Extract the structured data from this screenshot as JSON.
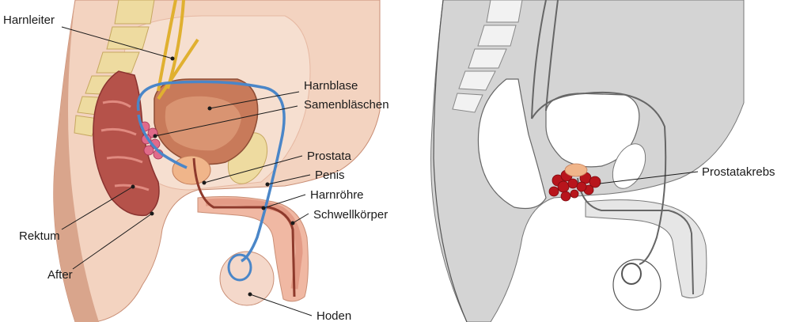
{
  "left_panel": {
    "labels": {
      "harnleiter": "Harnleiter",
      "harnblase": "Harnblase",
      "samenblaeschen": "Samenbläschen",
      "prostata": "Prostata",
      "penis": "Penis",
      "harnroehre": "Harnröhre",
      "schwellkoerper": "Schwellkörper",
      "rektum": "Rektum",
      "after": "After",
      "hoden": "Hoden"
    }
  },
  "right_panel": {
    "labels": {
      "prostatakrebs": "Prostatakrebs"
    }
  },
  "colors": {
    "skin": "#f3d3c0",
    "skin_shadow": "#d9a58c",
    "bone": "#eedba0",
    "bladder": "#c87a5a",
    "rectum": "#b5524a",
    "vessel_blue": "#4a86c8",
    "ureter_yellow": "#e0b030",
    "seminal": "#e06a8a",
    "tumor": "#b8151c",
    "grey_body": "#d4d4d4",
    "grey_organ": "#ffffff"
  }
}
